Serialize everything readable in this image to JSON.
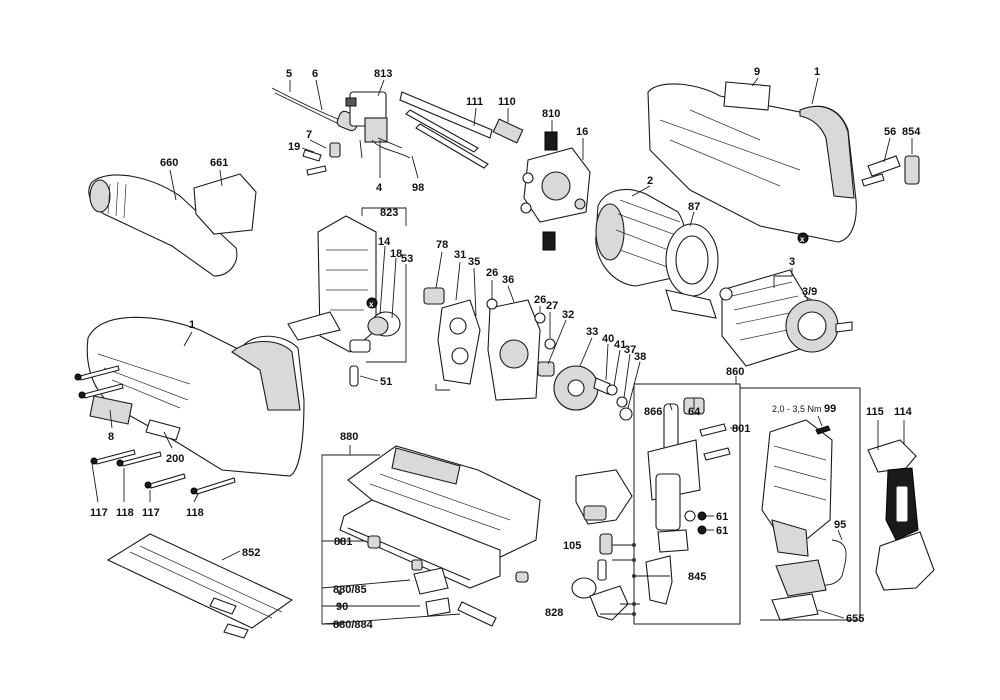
{
  "diagram": {
    "labels": {
      "l_5": "5",
      "l_6": "6",
      "l_813": "813",
      "l_9": "9",
      "l_1_top": "1",
      "l_7": "7",
      "l_19": "19",
      "l_4": "4",
      "l_98": "98",
      "l_111": "111",
      "l_110": "110",
      "l_810": "810",
      "l_16": "16",
      "l_56": "56",
      "l_854": "854",
      "l_660": "660",
      "l_661": "661",
      "l_2": "2",
      "l_87": "87",
      "l_823": "823",
      "l_14": "14",
      "l_18": "18",
      "l_53": "53",
      "l_78": "78",
      "l_31": "31",
      "l_35": "35",
      "l_26a": "26",
      "l_36": "36",
      "l_26b": "26",
      "l_27": "27",
      "l_32": "32",
      "l_3": "3",
      "l_3_9": "3/9",
      "l_51": "51",
      "l_1_mid": "1",
      "l_33": "33",
      "l_40": "40",
      "l_41": "41",
      "l_37": "37",
      "l_38": "38",
      "l_860": "860",
      "l_866": "866",
      "l_64": "64",
      "l_801": "801",
      "l_torque": "2,0 - 3,5 Nm",
      "l_99": "99",
      "l_115": "115",
      "l_114": "114",
      "l_8": "8",
      "l_200": "200",
      "l_117a": "117",
      "l_118a": "118",
      "l_117b": "117",
      "l_118b": "118",
      "l_880": "880",
      "l_881": "881",
      "l_880_85": "880/85",
      "l_90": "90",
      "l_880_884": "880/884",
      "l_852": "852",
      "l_61a": "61",
      "l_61b": "61",
      "l_105": "105",
      "l_845": "845",
      "l_95": "95",
      "l_828": "828",
      "l_655": "655",
      "x_mark": "x"
    }
  }
}
